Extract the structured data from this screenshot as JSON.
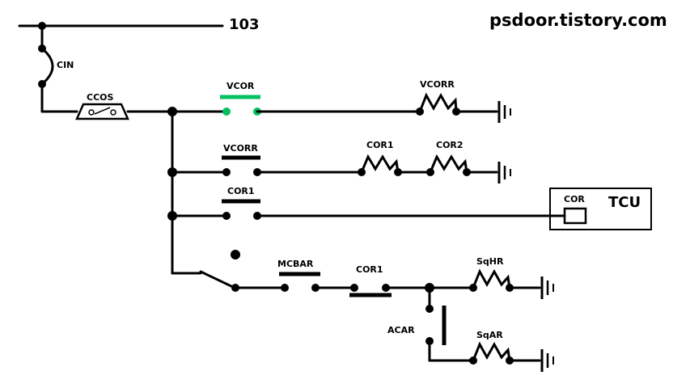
{
  "watermark": "psdoor.tistory.com",
  "bus_label": "103",
  "labels": {
    "cin": "CIN",
    "ccos": "CCOS",
    "vcor_contact": "VCOR",
    "vcorr_resistor": "VCORR",
    "vcorr_contact": "VCORR",
    "cor1_resistor": "COR1",
    "cor2_resistor": "COR2",
    "cor1_contact_tcu": "COR1",
    "tcu_coil": "COR",
    "tcu_box": "TCU",
    "mcbar": "MCBAR",
    "cor1_contact_low": "COR1",
    "sqhr": "SqHR",
    "acar": "ACAR",
    "sqar": "SqAR"
  },
  "colors": {
    "wire": "#000000",
    "vcor_energized": "#00c060"
  }
}
